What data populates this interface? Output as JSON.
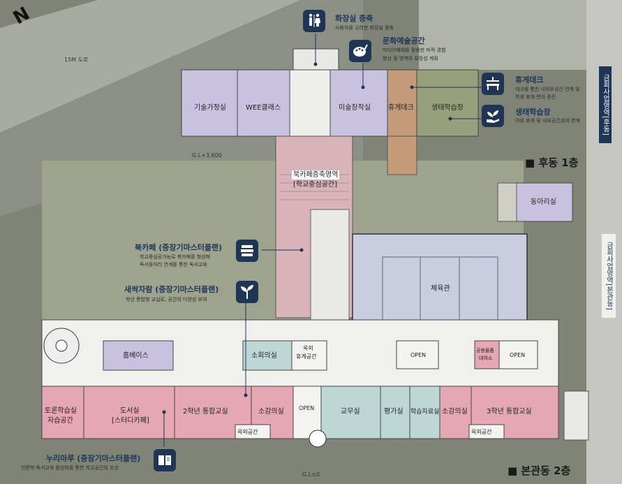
{
  "compass": {
    "mark": "N"
  },
  "road": {
    "label": "15M 도로"
  },
  "levels": {
    "upper": "G.L+3,600",
    "ground": "G.L±0"
  },
  "floor_labels": {
    "rear": "■ 후동 1층",
    "main": "■ 본관동 2층"
  },
  "side_labels": {
    "rear": "금회사업영역[후동]",
    "main": "금회사업영역[본관동]"
  },
  "rooms": {
    "tech_home": "기술가정실",
    "wee": "WEE클래스",
    "art": "미술창작실",
    "rest_deck": "휴게데크",
    "eco": "생태학습장",
    "north_cafe": "북카페증축영역",
    "north_cafe_sub": "[학교중심공간]",
    "club": "동아리실",
    "gym": "체육관",
    "homebase": "홈베이스",
    "small_meeting": "소회의실",
    "outdoor_rest_1": "옥외",
    "outdoor_rest_2": "휴게공간",
    "open_1": "OPEN",
    "open_2": "OPEN",
    "open_3": "OPEN",
    "lending_1": "공용물품",
    "lending_2": "대여소",
    "debate_1": "토론학습실",
    "debate_2": "자습공간",
    "library_1": "도서실",
    "library_2": "[스터디카페]",
    "grade2": "2학년 통합교실",
    "lecture_1": "소강의실",
    "outdoor_space_1": "옥외공간",
    "staff": "교무실",
    "eval": "평가실",
    "materials": "학습자료실",
    "lecture_2": "소강의실",
    "grade3": "3학년 통합교실",
    "outdoor_space_2": "옥외공간"
  },
  "callouts": {
    "restroom": {
      "title": "화장실 증축",
      "desc": "사용자를 고려한 화장실 증축",
      "icon": "restroom-icon"
    },
    "culture": {
      "title": "문화예술공간",
      "desc1": "미디어매체를 활용한 미적 경험",
      "desc2": "향상 및 영역의 확장성 계획",
      "icon": "palette-icon"
    },
    "deck": {
      "title": "휴게데크",
      "desc1": "데크를 통한 내외부공간 연계 및",
      "desc2": "학생 휴게·편의 증진",
      "icon": "bench-icon"
    },
    "eco": {
      "title": "생태학습장",
      "desc": "야외 휴게 및 내부공간과의 연계",
      "icon": "plant-hand-icon"
    },
    "bookcafe": {
      "title": "북카페 (중장기마스터플랜)",
      "desc1": "학교중심공가능로 북카페를 형성해",
      "desc2": "독서동아리 연계를 통한 독서교육",
      "icon": "books-icon"
    },
    "sprout": {
      "title": "새싹자람 (중장기마스터플랜)",
      "desc": "학년 통합형 교실로, 공간의 다양성 부여",
      "icon": "sprout-icon"
    },
    "nurimaru": {
      "title": "누리마루 (중장기마스터플랜)",
      "desc": "인문학·독서교육 활성화를 통한 학교공간의 조성",
      "icon": "book-open-icon"
    }
  },
  "colors": {
    "navy": "#1e3556",
    "lavender": "#c9c2df",
    "pink": "#e5a7b2",
    "teal": "#bcd7d4",
    "corridor": "#d8b3b8",
    "green": "#96a07a"
  }
}
